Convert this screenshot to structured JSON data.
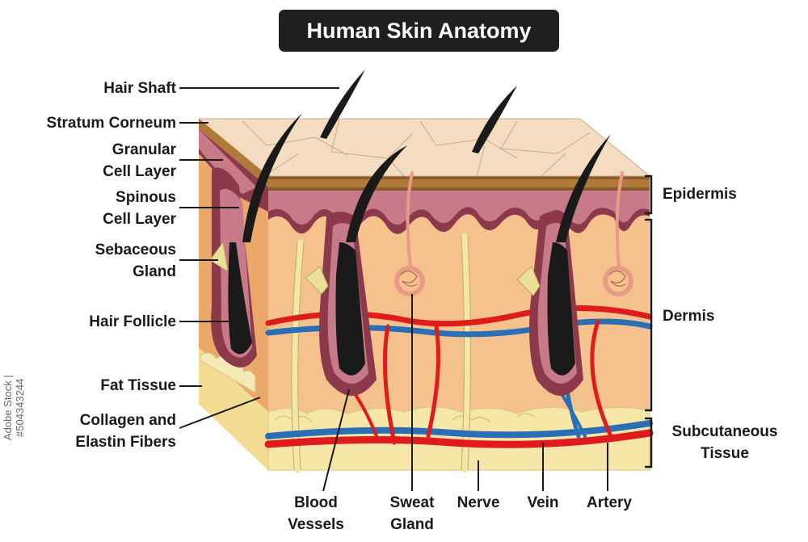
{
  "title": "Human Skin Anatomy",
  "labels_left": {
    "hair_shaft": "Hair Shaft",
    "stratum_corneum": "Stratum Corneum",
    "granular_cell_layer": [
      "Granular",
      "Cell Layer"
    ],
    "spinous_cell_layer": [
      "Spinous",
      "Cell Layer"
    ],
    "sebaceous_gland": [
      "Sebaceous",
      "Gland"
    ],
    "hair_follicle": "Hair Follicle",
    "fat_tissue": "Fat Tissue",
    "collagen_elastin": [
      "Collagen and",
      "Elastin Fibers"
    ]
  },
  "labels_right": {
    "epidermis": "Epidermis",
    "dermis": "Dermis",
    "subcutaneous": [
      "Subcutaneous",
      "Tissue"
    ]
  },
  "labels_bottom": {
    "blood_vessels": [
      "Blood",
      "Vessels"
    ],
    "sweat_gland": [
      "Sweat",
      "Gland"
    ],
    "nerve": "Nerve",
    "vein": "Vein",
    "artery": "Artery"
  },
  "watermark": "Adobe Stock | #504343244",
  "colors": {
    "surface": "#f3dcc0",
    "epidermis_dark": "#8c3a4b",
    "epidermis_pink": "#c77a88",
    "dermis": "#f5c28e",
    "fat": "#f6e7a8",
    "artery": "#e01b1b",
    "vein": "#2a6fb5",
    "hair": "#1a1a1a",
    "nerve": "#f3e6a8",
    "sweat": "#e89a86"
  }
}
